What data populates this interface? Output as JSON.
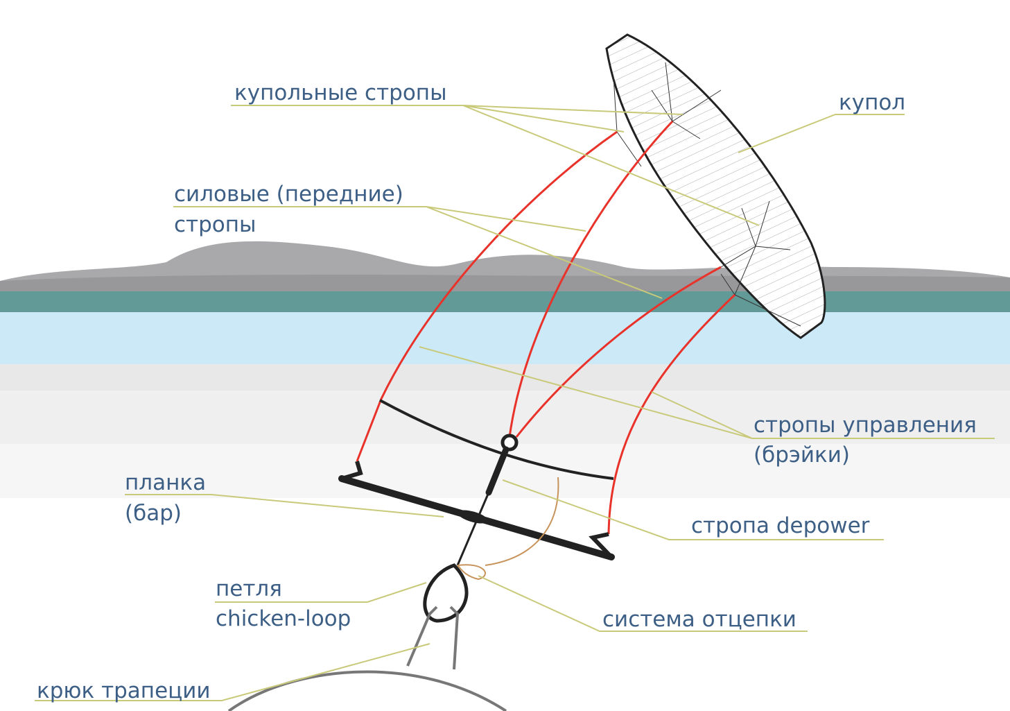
{
  "labels": {
    "canopy_lines": "купольные стропы",
    "canopy": "купол",
    "power_lines_1": "силовые (передние)",
    "power_lines_2": "стропы",
    "control_lines_1": "стропы управления",
    "control_lines_2": "(брэйки)",
    "bar_1": "планка",
    "bar_2": "(бар)",
    "depower": "стропа depower",
    "chicken_loop_1": "петля",
    "chicken_loop_2": "chicken-loop",
    "release": "система отцепки",
    "hook": "крюк трапеции"
  },
  "colors": {
    "text": "#3d5f86",
    "leader": "#c9c97a",
    "lines": "#e8322a",
    "water_dark": "#629a97",
    "water_light": "#cce9f8"
  }
}
